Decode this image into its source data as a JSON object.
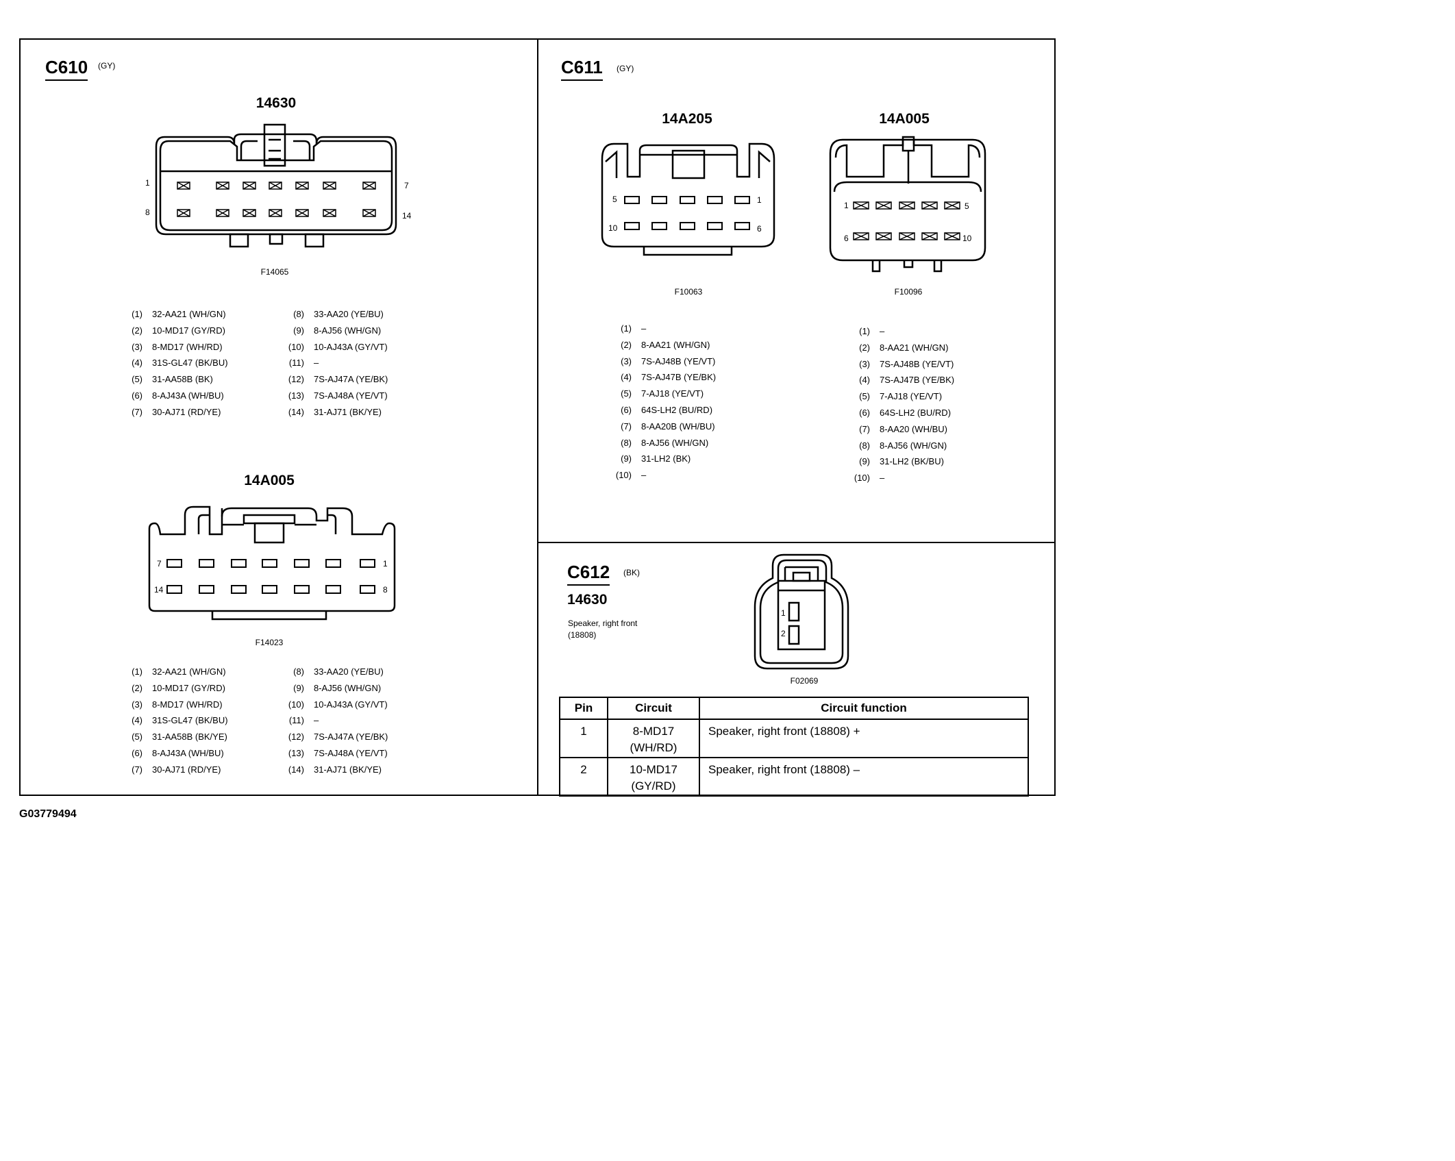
{
  "c610": {
    "id": "C610",
    "color": "(GY)",
    "top_connector": {
      "part_no": "14630",
      "figure": "F14065",
      "pin_labels": {
        "p1": "1",
        "p7": "7",
        "p8": "8",
        "p14": "14"
      },
      "pins_left": [
        {
          "num": "(1)",
          "text": "32-AA21 (WH/GN)"
        },
        {
          "num": "(2)",
          "text": "10-MD17 (GY/RD)"
        },
        {
          "num": "(3)",
          "text": "8-MD17 (WH/RD)"
        },
        {
          "num": "(4)",
          "text": "31S-GL47 (BK/BU)"
        },
        {
          "num": "(5)",
          "text": "31-AA58B (BK)"
        },
        {
          "num": "(6)",
          "text": "8-AJ43A (WH/BU)"
        },
        {
          "num": "(7)",
          "text": "30-AJ71 (RD/YE)"
        }
      ],
      "pins_right": [
        {
          "num": "(8)",
          "text": "33-AA20 (YE/BU)"
        },
        {
          "num": "(9)",
          "text": "8-AJ56 (WH/GN)"
        },
        {
          "num": "(10)",
          "text": "10-AJ43A (GY/VT)"
        },
        {
          "num": "(11)",
          "text": "–"
        },
        {
          "num": "(12)",
          "text": "7S-AJ47A (YE/BK)"
        },
        {
          "num": "(13)",
          "text": "7S-AJ48A (YE/VT)"
        },
        {
          "num": "(14)",
          "text": "31-AJ71 (BK/YE)"
        }
      ]
    },
    "bottom_connector": {
      "part_no": "14A005",
      "figure": "F14023",
      "pin_labels": {
        "p7": "7",
        "p1": "1",
        "p14": "14",
        "p8": "8"
      },
      "pins_left": [
        {
          "num": "(1)",
          "text": "32-AA21 (WH/GN)"
        },
        {
          "num": "(2)",
          "text": "10-MD17 (GY/RD)"
        },
        {
          "num": "(3)",
          "text": "8-MD17 (WH/RD)"
        },
        {
          "num": "(4)",
          "text": "31S-GL47 (BK/BU)"
        },
        {
          "num": "(5)",
          "text": "31-AA58B (BK/YE)"
        },
        {
          "num": "(6)",
          "text": "8-AJ43A (WH/BU)"
        },
        {
          "num": "(7)",
          "text": "30-AJ71 (RD/YE)"
        }
      ],
      "pins_right": [
        {
          "num": "(8)",
          "text": "33-AA20 (YE/BU)"
        },
        {
          "num": "(9)",
          "text": "8-AJ56 (WH/GN)"
        },
        {
          "num": "(10)",
          "text": "10-AJ43A (GY/VT)"
        },
        {
          "num": "(11)",
          "text": "–"
        },
        {
          "num": "(12)",
          "text": "7S-AJ47A (YE/BK)"
        },
        {
          "num": "(13)",
          "text": "7S-AJ48A (YE/VT)"
        },
        {
          "num": "(14)",
          "text": "31-AJ71 (BK/YE)"
        }
      ]
    }
  },
  "c611": {
    "id": "C611",
    "color": "(GY)",
    "left_connector": {
      "part_no": "14A205",
      "figure": "F10063",
      "pin_labels": {
        "p5": "5",
        "p1": "1",
        "p10": "10",
        "p6": "6"
      },
      "pins": [
        {
          "num": "(1)",
          "text": "–"
        },
        {
          "num": "(2)",
          "text": "8-AA21 (WH/GN)"
        },
        {
          "num": "(3)",
          "text": "7S-AJ48B (YE/VT)"
        },
        {
          "num": "(4)",
          "text": "7S-AJ47B (YE/BK)"
        },
        {
          "num": "(5)",
          "text": "7-AJ18 (YE/VT)"
        },
        {
          "num": "(6)",
          "text": "64S-LH2 (BU/RD)"
        },
        {
          "num": "(7)",
          "text": "8-AA20B (WH/BU)"
        },
        {
          "num": "(8)",
          "text": "8-AJ56 (WH/GN)"
        },
        {
          "num": "(9)",
          "text": "31-LH2 (BK)"
        },
        {
          "num": "(10)",
          "text": "–"
        }
      ]
    },
    "right_connector": {
      "part_no": "14A005",
      "figure": "F10096",
      "pin_labels": {
        "p1": "1",
        "p5": "5",
        "p6": "6",
        "p10": "10"
      },
      "pins": [
        {
          "num": "(1)",
          "text": "–"
        },
        {
          "num": "(2)",
          "text": "8-AA21 (WH/GN)"
        },
        {
          "num": "(3)",
          "text": "7S-AJ48B (YE/VT)"
        },
        {
          "num": "(4)",
          "text": "7S-AJ47B (YE/BK)"
        },
        {
          "num": "(5)",
          "text": "7-AJ18 (YE/VT)"
        },
        {
          "num": "(6)",
          "text": "64S-LH2 (BU/RD)"
        },
        {
          "num": "(7)",
          "text": "8-AA20 (WH/BU)"
        },
        {
          "num": "(8)",
          "text": "8-AJ56 (WH/GN)"
        },
        {
          "num": "(9)",
          "text": "31-LH2 (BK/BU)"
        },
        {
          "num": "(10)",
          "text": "–"
        }
      ]
    }
  },
  "c612": {
    "id": "C612",
    "color": "(BK)",
    "part_no": "14630",
    "description_line1": "Speaker, right front",
    "description_line2": "(18808)",
    "figure": "F02069",
    "pin_labels": {
      "p1": "1",
      "p2": "2"
    },
    "table": {
      "headers": [
        "Pin",
        "Circuit",
        "Circuit function"
      ],
      "rows": [
        {
          "pin": "1",
          "circuit_line1": "8-MD17",
          "circuit_line2": "(WH/RD)",
          "function": "Speaker, right front (18808) +"
        },
        {
          "pin": "2",
          "circuit_line1": "10-MD17",
          "circuit_line2": "(GY/RD)",
          "function": "Speaker, right front (18808) –"
        }
      ]
    }
  },
  "figure_code": "G03779494"
}
